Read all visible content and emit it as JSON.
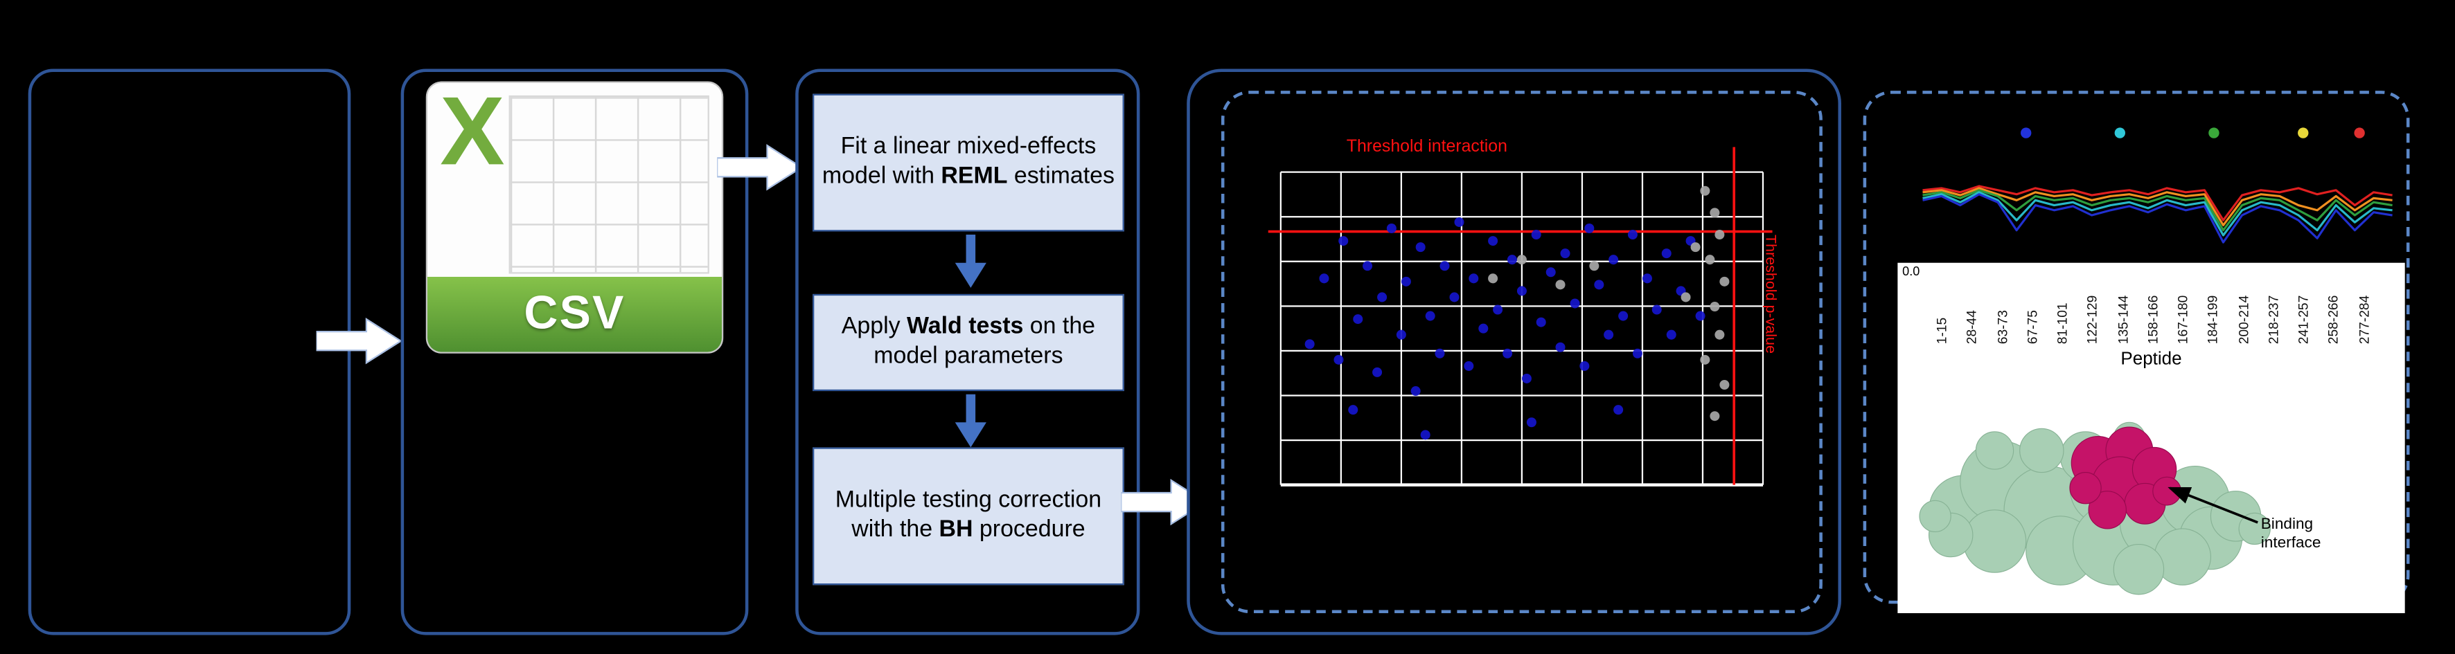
{
  "figure": {
    "background": "#000000",
    "accent_border": "#2f5597",
    "dashed_border": "#5b87c7"
  },
  "csv": {
    "x_letter": "X",
    "label": "CSV"
  },
  "steps": {
    "step1": {
      "prefix": "Fit a linear mixed-effects model with ",
      "bold": "REML",
      "suffix": " estimates"
    },
    "step2": {
      "prefix": "Apply ",
      "bold": "Wald tests",
      "suffix": " on the model parameters"
    },
    "step3": {
      "prefix": "Multiple testing correction\nwith the ",
      "bold": "BH",
      "suffix": " procedure"
    }
  },
  "protein": {
    "annotation": "Binding interface"
  },
  "chart_data": [
    {
      "type": "scatter",
      "title": "Threshold interaction",
      "right_label": "Threshold p-value",
      "grid": true,
      "threshold_color": "#ff1111",
      "threshold_y_pct": 19,
      "threshold_x_pct": 94,
      "series": [
        {
          "name": "significant-peptides",
          "color": "#1515cc",
          "points": [
            [
              6,
              55
            ],
            [
              9,
              34
            ],
            [
              12,
              60
            ],
            [
              13,
              22
            ],
            [
              16,
              47
            ],
            [
              18,
              30
            ],
            [
              20,
              64
            ],
            [
              21,
              40
            ],
            [
              23,
              18
            ],
            [
              25,
              52
            ],
            [
              26,
              35
            ],
            [
              28,
              70
            ],
            [
              29,
              24
            ],
            [
              31,
              46
            ],
            [
              33,
              58
            ],
            [
              34,
              30
            ],
            [
              36,
              40
            ],
            [
              37,
              16
            ],
            [
              39,
              62
            ],
            [
              40,
              34
            ],
            [
              42,
              50
            ],
            [
              44,
              22
            ],
            [
              45,
              44
            ],
            [
              47,
              58
            ],
            [
              48,
              28
            ],
            [
              50,
              38
            ],
            [
              51,
              66
            ],
            [
              53,
              20
            ],
            [
              54,
              48
            ],
            [
              56,
              32
            ],
            [
              58,
              56
            ],
            [
              59,
              26
            ],
            [
              61,
              42
            ],
            [
              63,
              62
            ],
            [
              64,
              18
            ],
            [
              66,
              36
            ],
            [
              68,
              52
            ],
            [
              69,
              28
            ],
            [
              71,
              46
            ],
            [
              73,
              20
            ],
            [
              74,
              58
            ],
            [
              76,
              34
            ],
            [
              78,
              44
            ],
            [
              80,
              26
            ],
            [
              81,
              52
            ],
            [
              83,
              38
            ],
            [
              85,
              22
            ],
            [
              87,
              46
            ],
            [
              30,
              84
            ],
            [
              52,
              80
            ],
            [
              70,
              76
            ],
            [
              15,
              76
            ]
          ]
        },
        {
          "name": "non-significant-peptides",
          "color": "#a8a8a8",
          "points": [
            [
              88,
              6
            ],
            [
              90,
              13
            ],
            [
              91,
              20
            ],
            [
              89,
              28
            ],
            [
              92,
              35
            ],
            [
              90,
              43
            ],
            [
              91,
              52
            ],
            [
              88,
              60
            ],
            [
              92,
              68
            ],
            [
              90,
              78
            ],
            [
              86,
              24
            ],
            [
              84,
              40
            ],
            [
              58,
              36
            ],
            [
              50,
              28
            ],
            [
              65,
              30
            ],
            [
              44,
              34
            ]
          ]
        }
      ]
    },
    {
      "type": "line",
      "categories": [
        "1-15",
        "28-44",
        "63-73",
        "67-75",
        "81-101",
        "122-129",
        "135-144",
        "158-166",
        "167-180",
        "184-199",
        "200-214",
        "218-237",
        "241-257",
        "258-266",
        "277-284"
      ],
      "xlabel": "Peptide",
      "y_tick": "0.0",
      "x_pct": [
        0,
        4,
        8,
        12,
        16,
        20,
        24,
        28,
        32,
        36,
        40,
        44,
        48,
        52,
        56,
        60,
        64,
        68,
        72,
        76,
        80,
        84,
        88,
        92,
        96,
        100
      ],
      "series": [
        {
          "name": "series-red",
          "color": "#e02020",
          "values": [
            40,
            38,
            42,
            36,
            40,
            44,
            38,
            42,
            40,
            45,
            42,
            40,
            44,
            38,
            42,
            40,
            70,
            45,
            40,
            42,
            38,
            44,
            40,
            55,
            42,
            45
          ]
        },
        {
          "name": "series-orange",
          "color": "#f09020",
          "values": [
            42,
            40,
            45,
            38,
            44,
            50,
            42,
            46,
            44,
            50,
            46,
            44,
            48,
            42,
            46,
            44,
            75,
            50,
            44,
            46,
            55,
            60,
            46,
            60,
            48,
            50
          ]
        },
        {
          "name": "series-green",
          "color": "#2e9e3e",
          "values": [
            45,
            42,
            48,
            40,
            46,
            60,
            46,
            50,
            48,
            55,
            50,
            48,
            52,
            46,
            50,
            48,
            80,
            55,
            48,
            50,
            60,
            70,
            50,
            65,
            52,
            55
          ]
        },
        {
          "name": "series-cyan",
          "color": "#28b8c8",
          "values": [
            48,
            44,
            52,
            42,
            50,
            70,
            50,
            55,
            52,
            60,
            55,
            52,
            58,
            50,
            55,
            52,
            85,
            60,
            52,
            55,
            65,
            80,
            55,
            72,
            58,
            60
          ]
        },
        {
          "name": "series-blue",
          "color": "#2030d0",
          "values": [
            50,
            46,
            55,
            44,
            52,
            80,
            55,
            60,
            56,
            65,
            60,
            56,
            62,
            54,
            60,
            56,
            92,
            65,
            56,
            60,
            70,
            88,
            60,
            80,
            62,
            65
          ]
        }
      ],
      "markers": [
        {
          "color": "#2233dd",
          "x_pct": 22
        },
        {
          "color": "#30c8d8",
          "x_pct": 42
        },
        {
          "color": "#3aa83a",
          "x_pct": 62
        },
        {
          "color": "#e8d83a",
          "x_pct": 81
        },
        {
          "color": "#e03030",
          "x_pct": 93
        }
      ]
    }
  ]
}
